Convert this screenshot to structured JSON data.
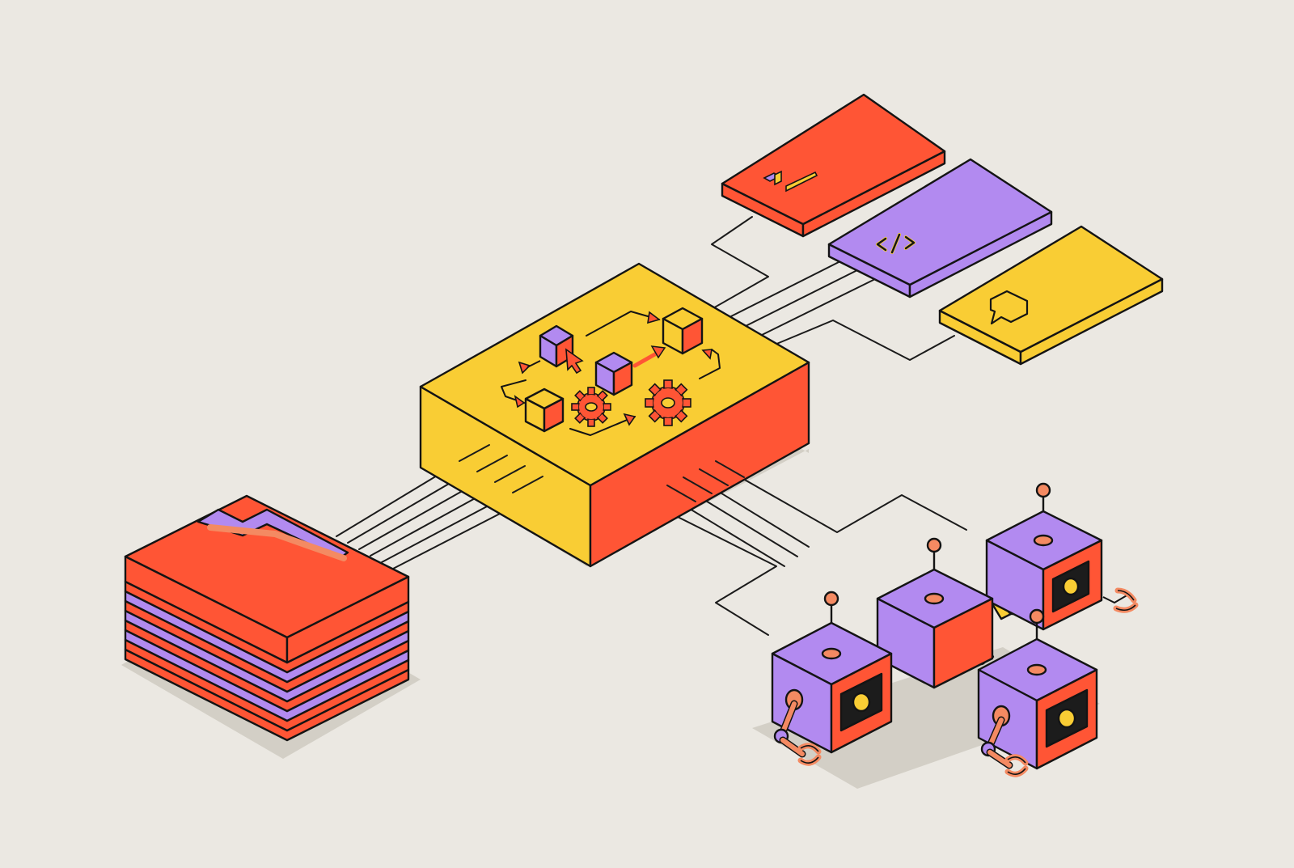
{
  "colors": {
    "background": "#ebe8e2",
    "red": "#ff5535",
    "purple": "#b28af0",
    "yellow": "#f9cd34",
    "shadow": "#d3cfc6",
    "outline": "#141414",
    "salmon": "#f48a62"
  },
  "elements": {
    "document_stack": {
      "icon": "stacked-documents-icon",
      "layers": 8
    },
    "central_processor": {
      "icon": "workflow-box-icon",
      "inner_icons": [
        "cube-icon",
        "gear-icon",
        "arrow-icon",
        "cursor-icon"
      ]
    },
    "output_panels": [
      {
        "icon": "bar-chart-icon",
        "color": "red"
      },
      {
        "icon": "code-brackets-icon",
        "color": "purple"
      },
      {
        "icon": "chat-bubble-icon",
        "color": "yellow"
      }
    ],
    "robot_agents": {
      "icon": "robot-cube-icon",
      "count": 4
    }
  }
}
